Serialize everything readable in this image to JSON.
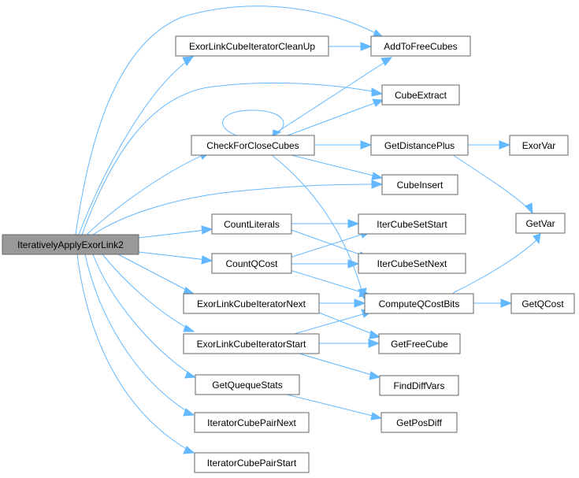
{
  "graph": {
    "title": "Call graph of IterativelyApplyExorLink2",
    "colors": {
      "edge": "#63b8ff",
      "node_border": "#666666",
      "root_fill": "#999999",
      "node_fill": "#ffffff"
    },
    "nodes": {
      "root": "IterativelyApplyExorLink2",
      "cleanup": "ExorLinkCubeIteratorCleanUp",
      "addtofree": "AddToFreeCubes",
      "cubeextract": "CubeExtract",
      "checkclose": "CheckForCloseCubes",
      "getdistplus": "GetDistancePlus",
      "exorvar": "ExorVar",
      "cubeinsert": "CubeInsert",
      "getvar": "GetVar",
      "countlit": "CountLiterals",
      "itersetstart": "IterCubeSetStart",
      "countq": "CountQCost",
      "itersetnext": "IterCubeSetNext",
      "itnext": "ExorLinkCubeIteratorNext",
      "computeq": "ComputeQCostBits",
      "getqcost": "GetQCost",
      "itstart": "ExorLinkCubeIteratorStart",
      "getfree": "GetFreeCube",
      "finddiff": "FindDiffVars",
      "getqueue": "GetQuequeStats",
      "getposdiff": "GetPosDiff",
      "pairnext": "IteratorCubePairNext",
      "pairstart": "IteratorCubePairStart"
    }
  }
}
